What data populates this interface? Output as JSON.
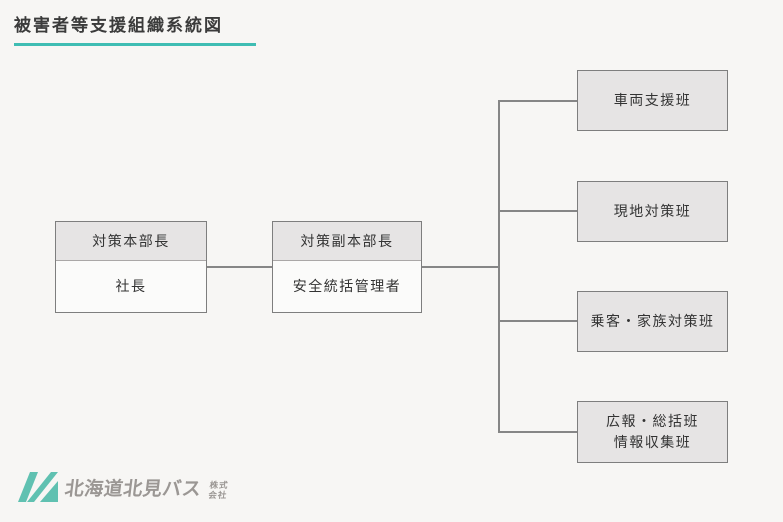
{
  "page": {
    "title": "被害者等支援組織系統図"
  },
  "colors": {
    "background": "#f7f6f4",
    "accent_teal_underline": "#3fbdb3",
    "logo_teal": "#60c1b1",
    "box_border": "#7e7e7e",
    "box_header_bg": "#e6e4e4",
    "box_body_bg": "#fbfbfa",
    "connector_line": "#868686",
    "title_text": "#3b3b3b",
    "box_text": "#333333",
    "logo_text": "#9b9794"
  },
  "orgchart": {
    "hq": {
      "title": "対策本部長",
      "holder": "社長"
    },
    "deputy": {
      "title": "対策副本部長",
      "holder": "安全統括管理者"
    },
    "teams": [
      {
        "lines": [
          "車両支援班"
        ]
      },
      {
        "lines": [
          "現地対策班"
        ]
      },
      {
        "lines": [
          "乗客・家族対策班"
        ]
      },
      {
        "lines": [
          "広報・総括班",
          "情報収集班"
        ]
      }
    ]
  },
  "footer": {
    "company_name": "北海道北見バス",
    "suffix_line1": "株式",
    "suffix_line2": "会社"
  }
}
